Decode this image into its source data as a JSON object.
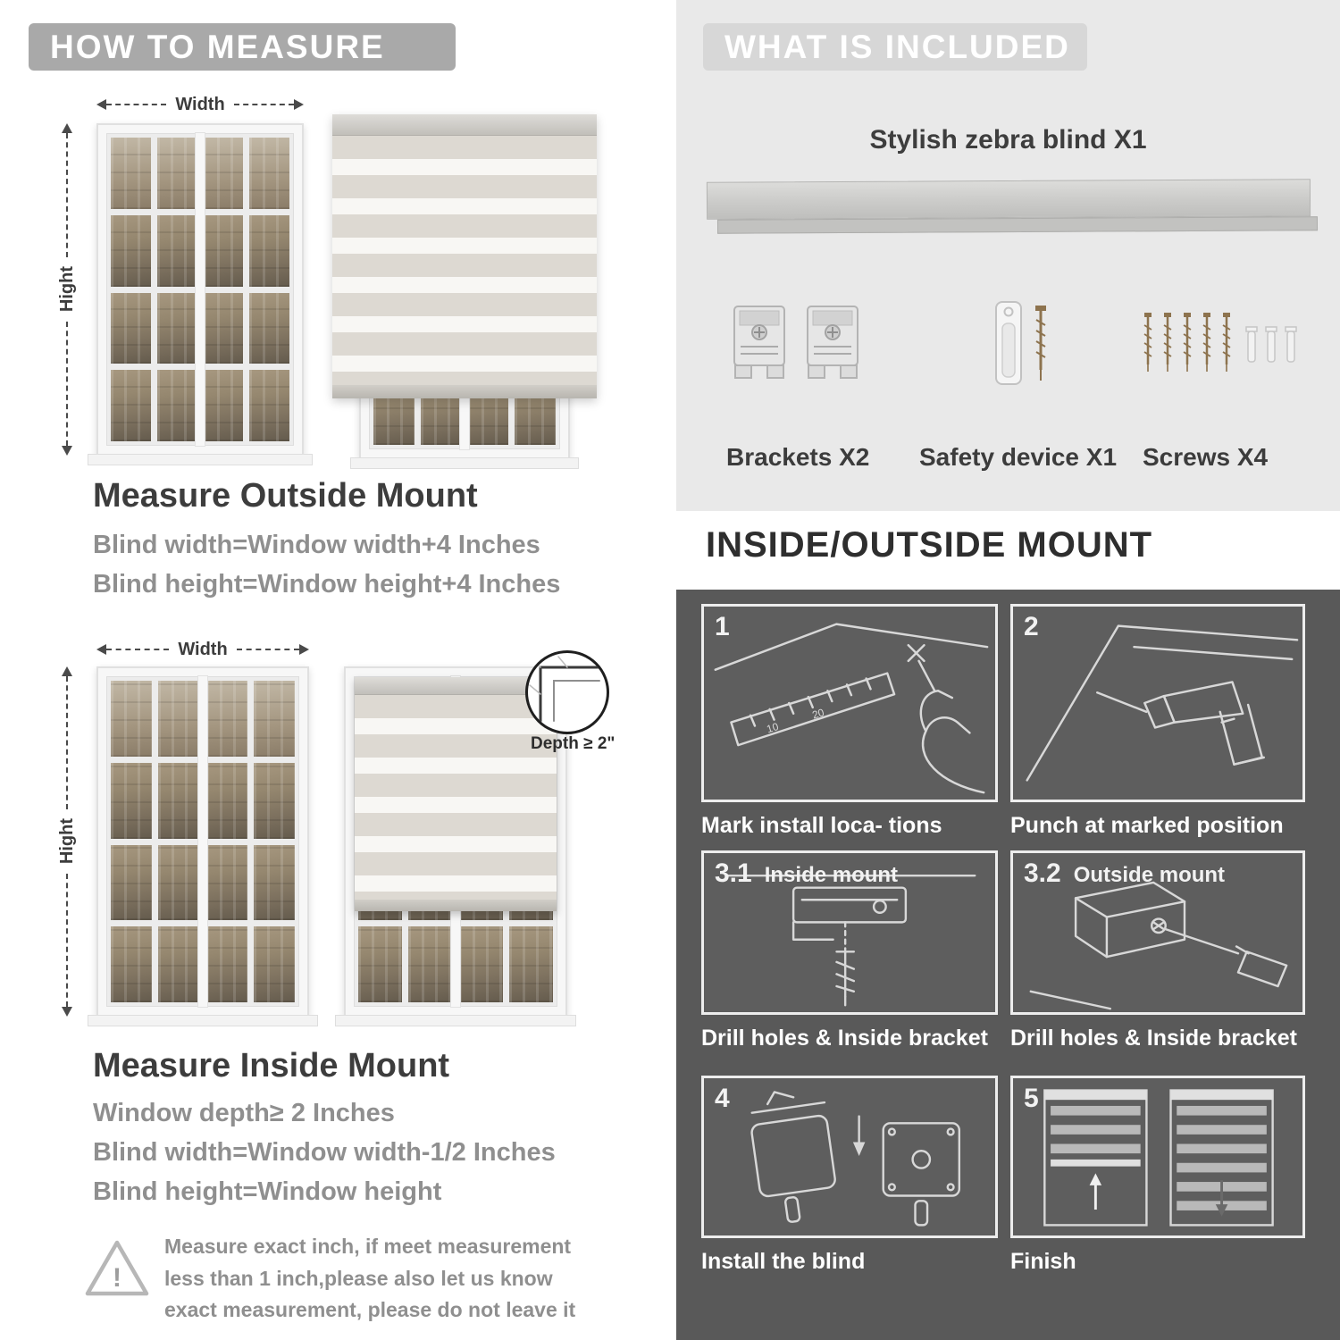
{
  "left": {
    "banner": "HOW TO MEASURE",
    "width_label": "Width",
    "height_label": "Hight",
    "outside": {
      "title": "Measure Outside Mount",
      "line1": "Blind width=Window width+4 Inches",
      "line2": "Blind height=Window height+4 Inches"
    },
    "inside": {
      "title": "Measure Inside Mount",
      "depth_callout": "Depth ≥ 2\"",
      "line1": "Window depth≥ 2 Inches",
      "line2": "Blind width=Window width-1/2 Inches",
      "line3": "Blind height=Window height"
    },
    "note": "Measure exact inch, if meet measurement less than 1 inch,please also let us know exact measurement, please do not leave it"
  },
  "right": {
    "included": {
      "banner": "WHAT IS INCLUDED",
      "blind_label": "Stylish zebra blind X1",
      "items": [
        {
          "label": "Brackets X2"
        },
        {
          "label": "Safety device X1"
        },
        {
          "label": "Screws X4"
        }
      ]
    },
    "mount": {
      "title": "INSIDE/OUTSIDE MOUNT",
      "steps": [
        {
          "num": "1",
          "tag": "",
          "caption": "Mark install loca- tions"
        },
        {
          "num": "2",
          "tag": "",
          "caption": "Punch at  marked position"
        },
        {
          "num": "3.1",
          "tag": "Inside mount",
          "caption": "Drill holes &  Inside bracket"
        },
        {
          "num": "3.2",
          "tag": "Outside mount",
          "caption": "Drill holes &  Inside bracket"
        },
        {
          "num": "4",
          "tag": "",
          "caption": "Install the blind"
        },
        {
          "num": "5",
          "tag": "",
          "caption": "Finish"
        }
      ]
    }
  }
}
